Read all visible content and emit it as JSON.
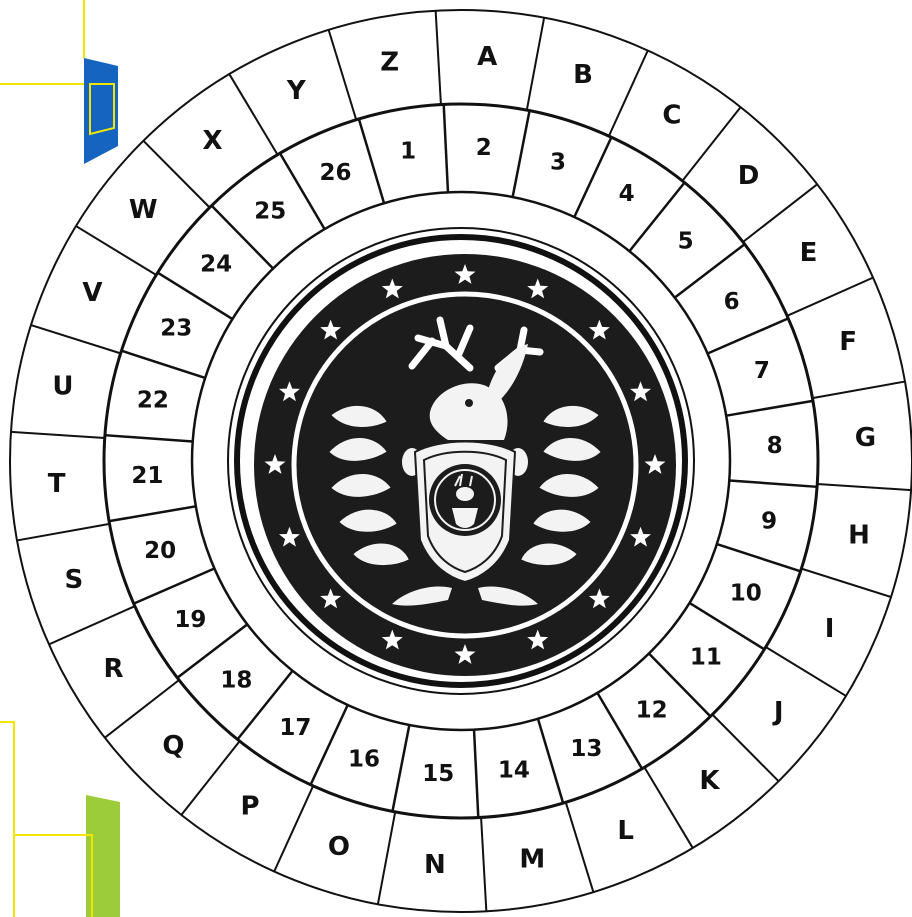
{
  "outer_ring": {
    "letters": [
      "A",
      "B",
      "C",
      "D",
      "E",
      "F",
      "G",
      "H",
      "I",
      "J",
      "K",
      "L",
      "M",
      "N",
      "O",
      "P",
      "Q",
      "R",
      "S",
      "T",
      "U",
      "V",
      "W",
      "X",
      "Y",
      "Z"
    ]
  },
  "inner_ring": {
    "numbers": [
      "1",
      "2",
      "3",
      "4",
      "5",
      "6",
      "7",
      "8",
      "9",
      "10",
      "11",
      "12",
      "13",
      "14",
      "15",
      "16",
      "17",
      "18",
      "19",
      "20",
      "21",
      "22",
      "23",
      "24",
      "25",
      "26"
    ]
  },
  "emblem": {
    "type": "jackalope-crest",
    "stars": 16,
    "colors": {
      "dark": "#1c1c1c",
      "light": "#ffffff"
    }
  },
  "decor": {
    "colors": {
      "blue": "#1565c0",
      "yellow": "#f2e600",
      "green": "#9ccc3a"
    }
  }
}
